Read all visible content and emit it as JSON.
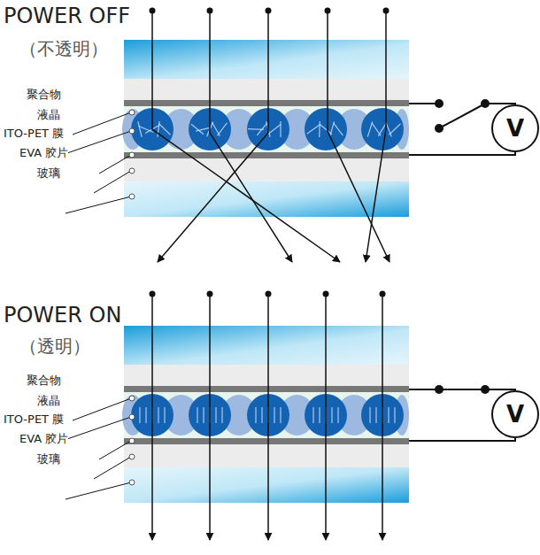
{
  "diagram": {
    "nodes": [
      {
        "text": [
          "V"
        ]
      },
      {
        "text": [
          "V"
        ]
      }
    ],
    "labels": [
      "POWER OFF",
      "（不透明）",
      "聚合物",
      "液晶",
      "ITO-PET 膜",
      "EVA 胶片",
      "玻璃",
      "POWER ON",
      "（透明）",
      "聚合物",
      "液晶",
      "ITO-PET 膜",
      "EVA 胶片",
      "玻璃"
    ]
  }
}
